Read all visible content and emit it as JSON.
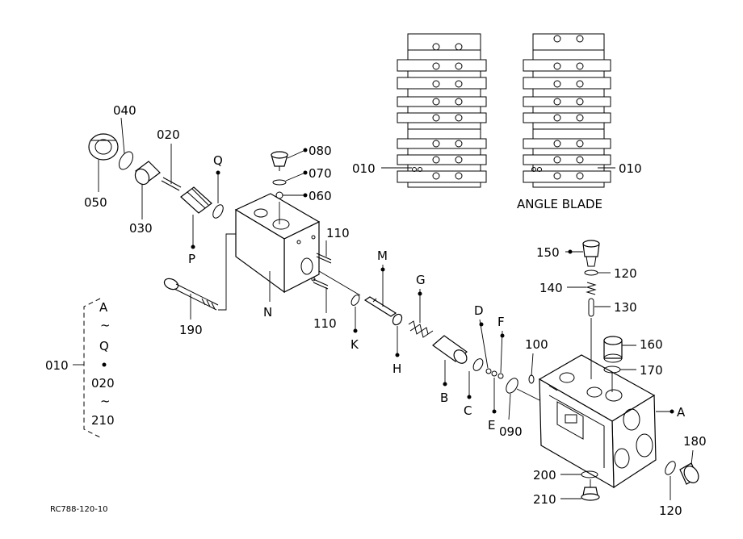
{
  "labels": {
    "p010_left": "010",
    "p010_right": "010",
    "p010_side": "010",
    "p020": "020",
    "p030": "030",
    "p040": "040",
    "p050": "050",
    "p060": "060",
    "p070": "070",
    "p080": "080",
    "p090": "090",
    "p100": "100",
    "p110_top": "110",
    "p110_bottom": "110",
    "p120_top": "120",
    "p120_bottom": "120",
    "p130": "130",
    "p140": "140",
    "p150": "150",
    "p160": "160",
    "p170": "170",
    "p180": "180",
    "p190": "190",
    "p200": "200",
    "p210": "210",
    "A": "A",
    "B": "B",
    "C": "C",
    "D": "D",
    "E": "E",
    "F": "F",
    "G": "G",
    "H": "H",
    "K": "K",
    "M": "M",
    "N": "N",
    "P": "P",
    "Q": "Q"
  },
  "legend": {
    "line1": "A",
    "tilde1": "~",
    "line2": "Q",
    "line3": "020",
    "tilde2": "~",
    "line4": "210"
  },
  "angle_blade_caption": "ANGLE BLADE",
  "drawing_code": "RC788-120-10"
}
